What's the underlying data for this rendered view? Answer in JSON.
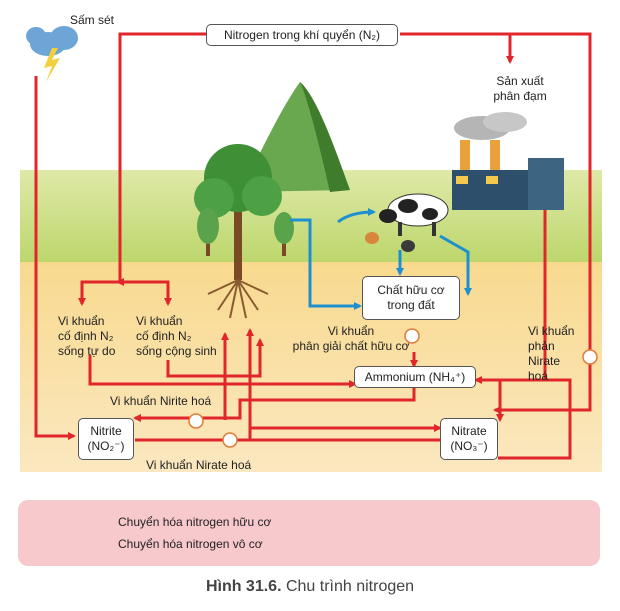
{
  "nodes": {
    "atmosphere": "Nitrogen trong khí quyển (N₂)",
    "lightning": "Sấm sét",
    "fertilizer_line1": "Sản xuất",
    "fertilizer_line2": "phân đạm",
    "organic_line1": "Chất hữu cơ",
    "organic_line2": "trong đất",
    "ammonium": "Ammonium (NH₄⁺)",
    "nitrite_line1": "Nitrite",
    "nitrite_line2": "(NO₂⁻)",
    "nitrate_line1": "Nitrate",
    "nitrate_line2": "(NO₃⁻)"
  },
  "labels": {
    "free_fix_1": "Vi khuẩn",
    "free_fix_2": "cố định N₂",
    "free_fix_3": "sống tự do",
    "sym_fix_1": "Vi khuẩn",
    "sym_fix_2": "cố định N₂",
    "sym_fix_3": "sống cộng sinh",
    "decomp_1": "Vi khuẩn",
    "decomp_2": "phân giải chất hữu cơ",
    "nitrite_bact": "Vi khuẩn Nirite hoá",
    "nitrate_bact": "Vi khuẩn Nirate hoá",
    "nitrate_right_1": "Vi khuẩn",
    "nitrate_right_2": "phản",
    "nitrate_right_3": "Nirate",
    "nitrate_right_4": "hoá"
  },
  "legend": {
    "organic": "Chuyển hóa nitrogen hữu cơ",
    "inorganic": "Chuyển hóa nitrogen vô cơ"
  },
  "caption": {
    "figure": "Hình 31.6.",
    "title": "Chu trình nitrogen"
  },
  "colors": {
    "organic_arrow": "#1e90d0",
    "inorganic_arrow": "#e0262b",
    "legend_bg": "#f7c8cc",
    "soil": "#f6d48c",
    "grass": "#c9e07a",
    "sky": "#ffffff"
  }
}
